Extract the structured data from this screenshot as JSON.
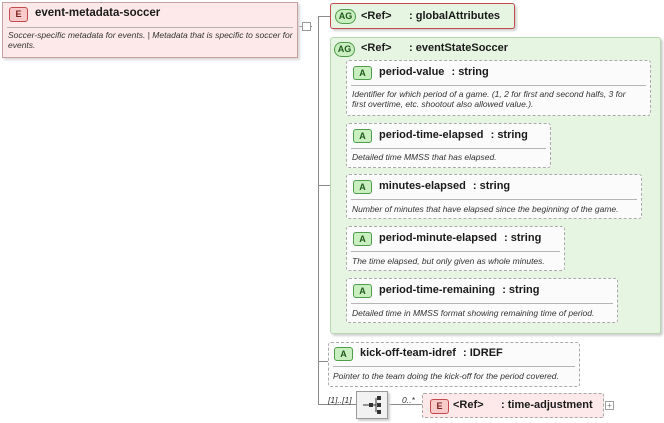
{
  "root": {
    "badge": "E",
    "name": "event-metadata-soccer",
    "description": "Soccer-specific metadata for events. | Metadata that is specific to soccer for events."
  },
  "global_attrs": {
    "badge": "AG",
    "ref": "<Ref>",
    "name": ": globalAttributes"
  },
  "state_group": {
    "badge": "AG",
    "ref": "<Ref>",
    "name": ": eventStateSoccer",
    "attributes": [
      {
        "badge": "A",
        "name": "period-value",
        "type": ": string",
        "description_lines": [
          "Identifier for which period of a game. (1, 2 for first and second halfs, 3 for",
          "first overtime, etc. shootout also allowed value.)."
        ]
      },
      {
        "badge": "A",
        "name": "period-time-elapsed",
        "type": ": string",
        "description_lines": [
          "Detailed time MMSS that has elapsed."
        ]
      },
      {
        "badge": "A",
        "name": "minutes-elapsed",
        "type": ": string",
        "description_lines": [
          "Number of minutes that have elapsed since the beginning of the game."
        ]
      },
      {
        "badge": "A",
        "name": "period-minute-elapsed",
        "type": ": string",
        "description_lines": [
          "The time elapsed, but only given as whole minutes."
        ]
      },
      {
        "badge": "A",
        "name": "period-time-remaining",
        "type": ": string",
        "description_lines": [
          "Detailed time in MMSS format showing remaining time of period."
        ]
      }
    ]
  },
  "kickoff": {
    "badge": "A",
    "name": "kick-off-team-idref",
    "type": ": IDREF",
    "description": "Pointer to the team doing the kick-off for the period covered."
  },
  "sequence": {
    "multiplicity": "[1]..[1]",
    "child_multiplicity": "0..*"
  },
  "time_adjustment": {
    "badge": "E",
    "ref": "<Ref>",
    "name": ": time-adjustment",
    "expand": "+"
  },
  "colors": {
    "element_fill": "#fde9e9",
    "element_border": "#c24a4a",
    "group_fill": "#e6f5e1",
    "attr_badge": "#c9eec0"
  }
}
